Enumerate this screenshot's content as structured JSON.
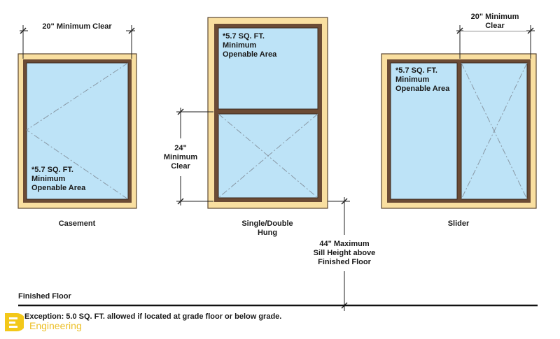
{
  "colors": {
    "frame": "#f9dfa0",
    "frame_stroke": "#5a4630",
    "sash": "#6b4b35",
    "glass": "#bde3f7",
    "dim_line": "#222222",
    "logo": "#f2c200"
  },
  "casement": {
    "dimension": "20\" Minimum Clear",
    "area_note": [
      "*5.7 SQ. FT.",
      "Minimum",
      "Openable Area"
    ],
    "caption": "Casement"
  },
  "single_double_hung": {
    "area_note": [
      "*5.7 SQ. FT.",
      "Minimum",
      "Openable Area"
    ],
    "height_dimension": [
      "24\"",
      "Minimum",
      "Clear"
    ],
    "caption": [
      "Single/Double",
      "Hung"
    ]
  },
  "slider": {
    "dimension": [
      "20\" Minimum",
      "Clear"
    ],
    "area_note": [
      "*5.7 SQ. FT.",
      "Minimum",
      "Openable Area"
    ],
    "caption": "Slider"
  },
  "sill": {
    "note": [
      "44\" Maximum",
      "Sill Height above",
      "Finished Floor"
    ]
  },
  "floor_label": "Finished Floor",
  "exception_note": "Exception: 5.0 SQ. FT. allowed if located at grade floor or below grade.",
  "logo": {
    "text": "Engineering",
    "icon": "e-logo-icon"
  }
}
